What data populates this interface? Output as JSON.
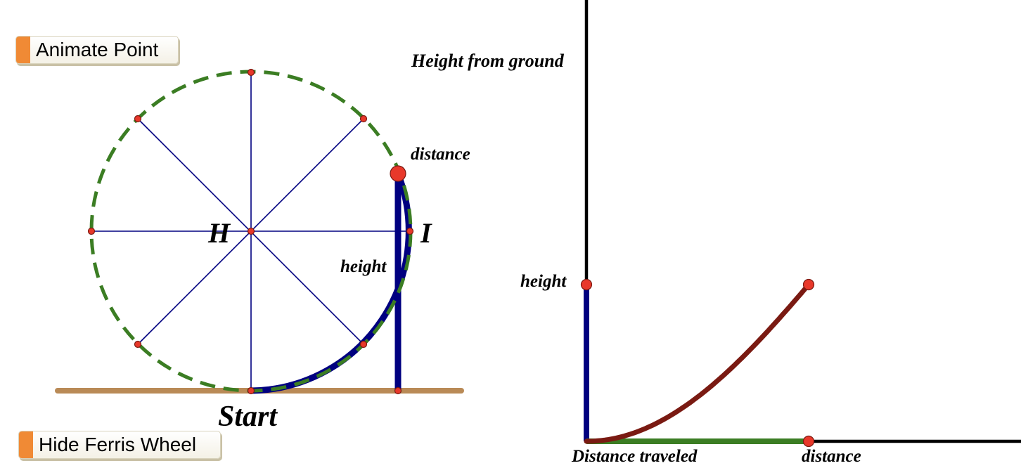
{
  "buttons": {
    "animate_point": "Animate Point",
    "hide_ferris_wheel": "Hide Ferris Wheel"
  },
  "wheel": {
    "center_label": "H",
    "start_label": "Start",
    "right_point_label": "I",
    "distance_label": "distance",
    "height_label": "height"
  },
  "graph": {
    "y_axis_label": "Height from ground",
    "x_axis_label": "Distance traveled",
    "height_marker_label": "height",
    "distance_marker_label": "distance"
  },
  "colors": {
    "wheel_rim": "#3b7d23",
    "spokes": "#000080",
    "arc_traveled": "#000080",
    "height_segment": "#000080",
    "ground": "#b98a56",
    "curve": "#7a1a12",
    "point_fill": "#e8382a",
    "axis": "#000000",
    "button_tab": "#f08a35"
  }
}
